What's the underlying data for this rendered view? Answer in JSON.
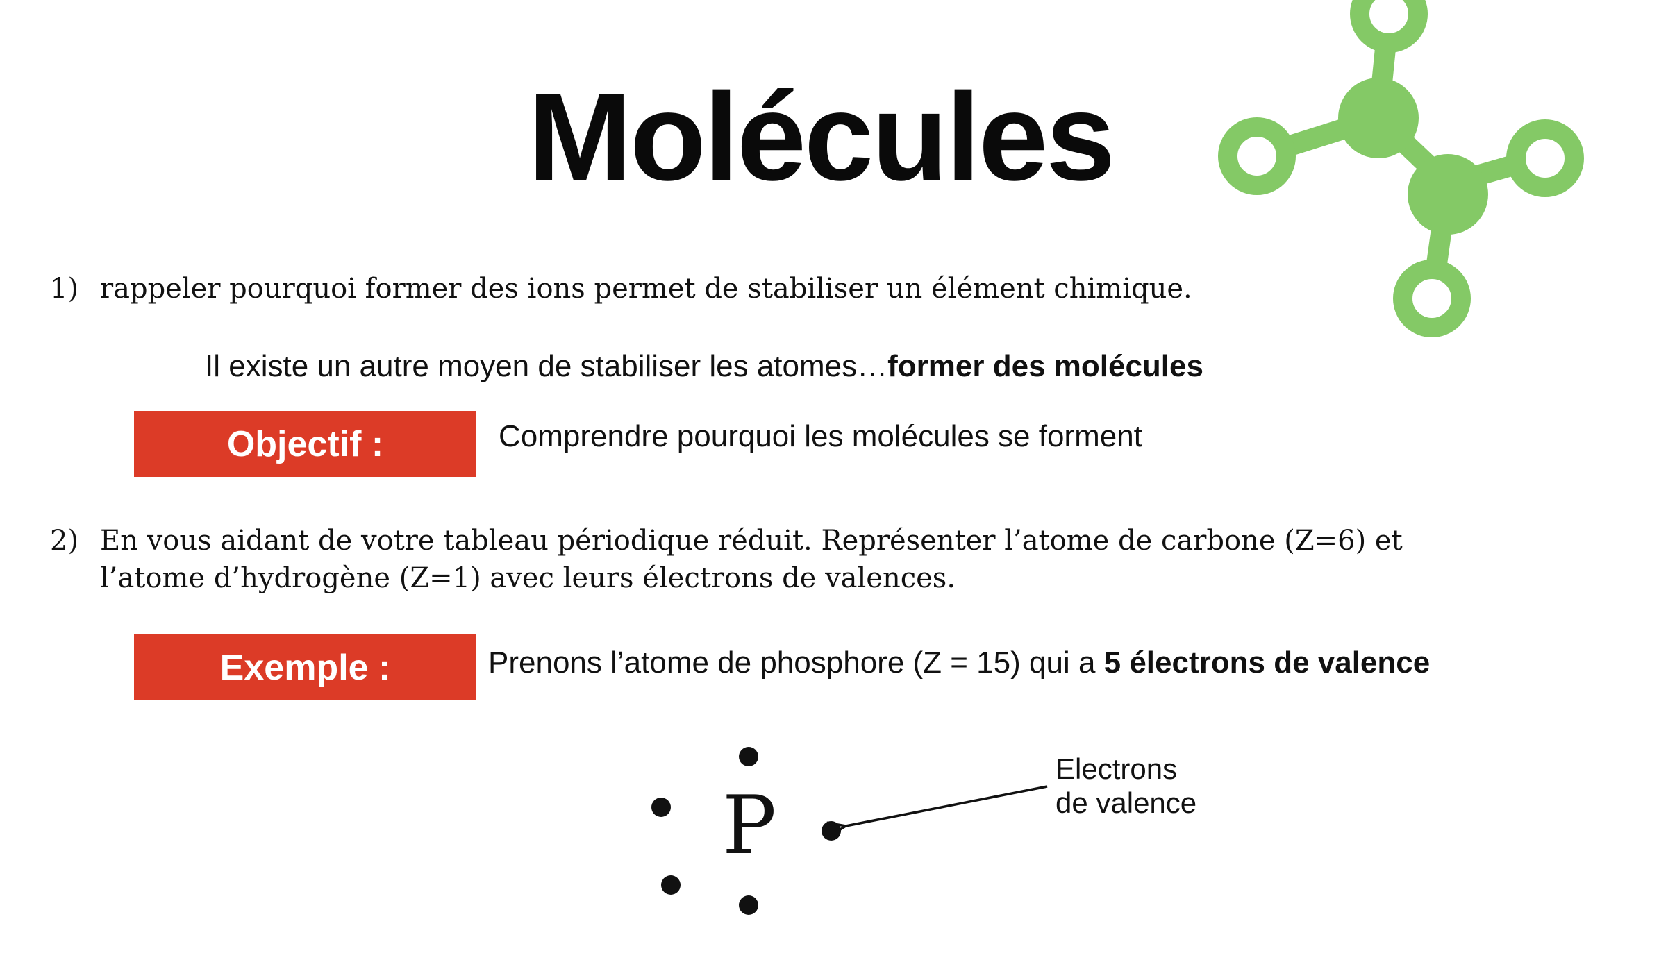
{
  "slide": {
    "title": "Molécules",
    "question1": {
      "number": "1)",
      "text": "rappeler pourquoi former des ions permet de stabiliser un élément chimique."
    },
    "intro": {
      "text": "Il existe un autre moyen de stabiliser les atomes…",
      "bold": "former des molécules"
    },
    "objective": {
      "label": "Objectif :",
      "text": "Comprendre pourquoi les molécules se forment"
    },
    "question2": {
      "number": "2)",
      "line1": "En vous aidant de votre tableau périodique réduit. Représenter l’atome de carbone (Z=6) et",
      "line2": "l’atome d’hydrogène (Z=1) avec leurs électrons de valences."
    },
    "example": {
      "label": "Exemple :",
      "text": "Prenons l’atome de phosphore (Z = 15) qui a ",
      "bold": "5 électrons de valence"
    },
    "lewis": {
      "symbol": "P",
      "electron_count": 5,
      "label_line1": "Electrons",
      "label_line2": "de valence"
    },
    "colors": {
      "accent_red": "#dc3b27",
      "molecule_green": "#84c966",
      "text": "#111111"
    }
  }
}
